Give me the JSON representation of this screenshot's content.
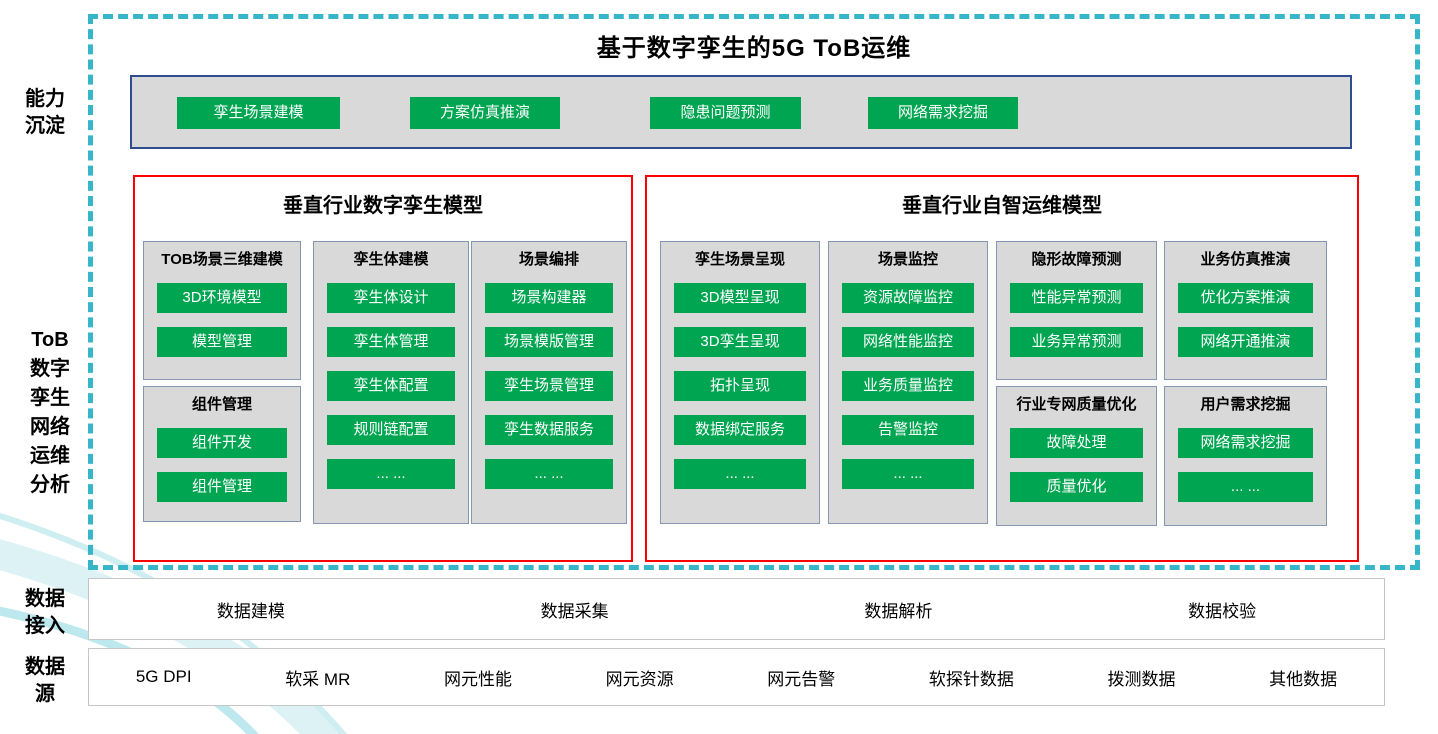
{
  "title": "基于数字孪生的5G ToB运维",
  "side_labels": {
    "capability": "能力\n沉淀",
    "tob": "ToB\n数字\n孪生\n网络\n运维\n分析",
    "data_access": "数据\n接入",
    "data_source": "数据\n源"
  },
  "capability_bar": {
    "buttons": [
      "孪生场景建模",
      "方案仿真推演",
      "隐患问题预测",
      "网络需求挖掘"
    ]
  },
  "left_panel": {
    "title": "垂直行业数字孪生模型",
    "columns": [
      {
        "groups": [
          {
            "title": "TOB场景三维建模",
            "items": [
              "3D环境模型",
              "模型管理"
            ]
          },
          {
            "title": "组件管理",
            "items": [
              "组件开发",
              "组件管理"
            ]
          }
        ]
      },
      {
        "groups": [
          {
            "title": "孪生体建模",
            "items": [
              "孪生体设计",
              "孪生体管理",
              "孪生体配置",
              "规则链配置",
              "... ..."
            ]
          }
        ]
      },
      {
        "groups": [
          {
            "title": "场景编排",
            "items": [
              "场景构建器",
              "场景模版管理",
              "孪生场景管理",
              "孪生数据服务",
              "... ..."
            ]
          }
        ]
      }
    ]
  },
  "right_panel": {
    "title": "垂直行业自智运维模型",
    "columns": [
      {
        "groups": [
          {
            "title": "孪生场景呈现",
            "items": [
              "3D模型呈现",
              "3D孪生呈现",
              "拓扑呈现",
              "数据绑定服务",
              "... ..."
            ]
          }
        ]
      },
      {
        "groups": [
          {
            "title": "场景监控",
            "items": [
              "资源故障监控",
              "网络性能监控",
              "业务质量监控",
              "告警监控",
              "... ..."
            ]
          }
        ]
      },
      {
        "groups": [
          {
            "title": "隐形故障预测",
            "items": [
              "性能异常预测",
              "业务异常预测"
            ]
          },
          {
            "title": "行业专网质量优化",
            "items": [
              "故障处理",
              "质量优化"
            ]
          }
        ]
      },
      {
        "groups": [
          {
            "title": "业务仿真推演",
            "items": [
              "优化方案推演",
              "网络开通推演"
            ]
          },
          {
            "title": "用户需求挖掘",
            "items": [
              "网络需求挖掘",
              "... ..."
            ]
          }
        ]
      }
    ]
  },
  "data_access_bar": {
    "items": [
      "数据建模",
      "数据采集",
      "数据解析",
      "数据校验"
    ]
  },
  "data_source_bar": {
    "items": [
      "5G DPI",
      "软采 MR",
      "网元性能",
      "网元资源",
      "网元告警",
      "软探针数据",
      "拨测数据",
      "其他数据"
    ]
  },
  "colors": {
    "green": "#00A551",
    "dashed": "#38B6C9",
    "red": "#FF0000",
    "gray_fill": "#D9D9D9",
    "blue_border": "#2E4D8F",
    "group_border": "#8496B0",
    "bar_border": "#C6C6C6"
  }
}
